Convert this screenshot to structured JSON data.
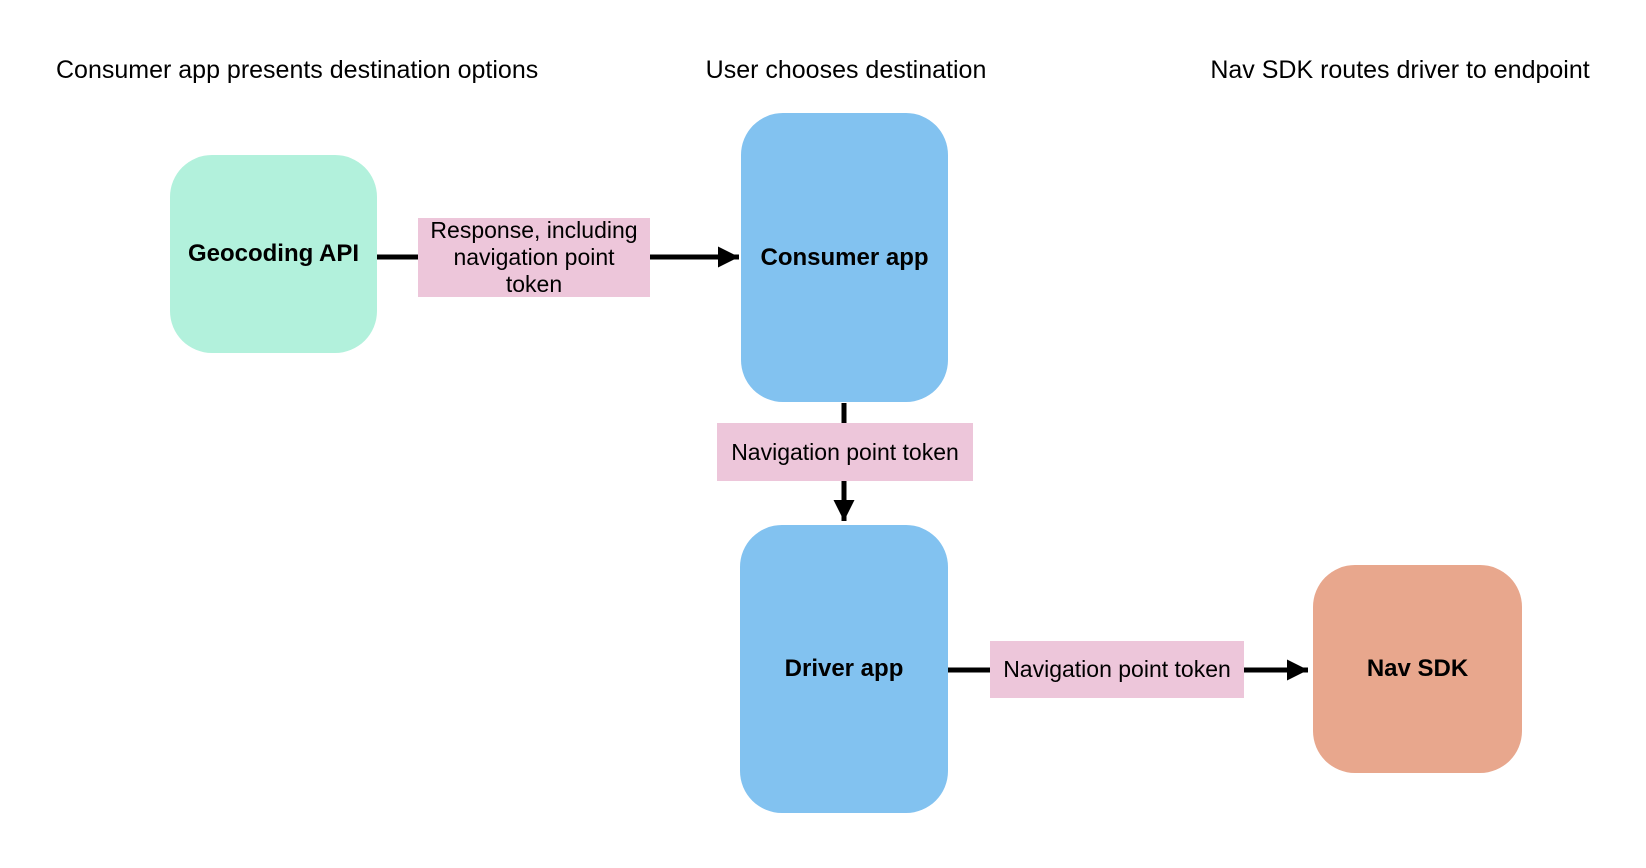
{
  "diagram": {
    "phase_headings": [
      {
        "label": "Consumer app presents destination options"
      },
      {
        "label": "User chooses destination"
      },
      {
        "label": "Nav SDK routes driver to endpoint"
      }
    ],
    "nodes": [
      {
        "id": "geocoding-api",
        "label": "Geocoding API",
        "fill": "mint"
      },
      {
        "id": "consumer-app",
        "label": "Consumer app",
        "fill": "blue"
      },
      {
        "id": "driver-app",
        "label": "Driver app",
        "fill": "blue"
      },
      {
        "id": "nav-sdk",
        "label": "Nav SDK",
        "fill": "orange"
      }
    ],
    "edges": [
      {
        "from": "geocoding-api",
        "to": "consumer-app",
        "label": "Response, including navigation point token"
      },
      {
        "from": "consumer-app",
        "to": "driver-app",
        "label": "Navigation point token"
      },
      {
        "from": "driver-app",
        "to": "nav-sdk",
        "label": "Navigation point token"
      }
    ]
  },
  "colors": {
    "mint": "#b2f1dc",
    "blue": "#82c2f0",
    "orange": "#e8a78d",
    "edge_label_bg": "#edc6da",
    "arrow": "#000000",
    "text": "#000000",
    "background": "#ffffff"
  }
}
